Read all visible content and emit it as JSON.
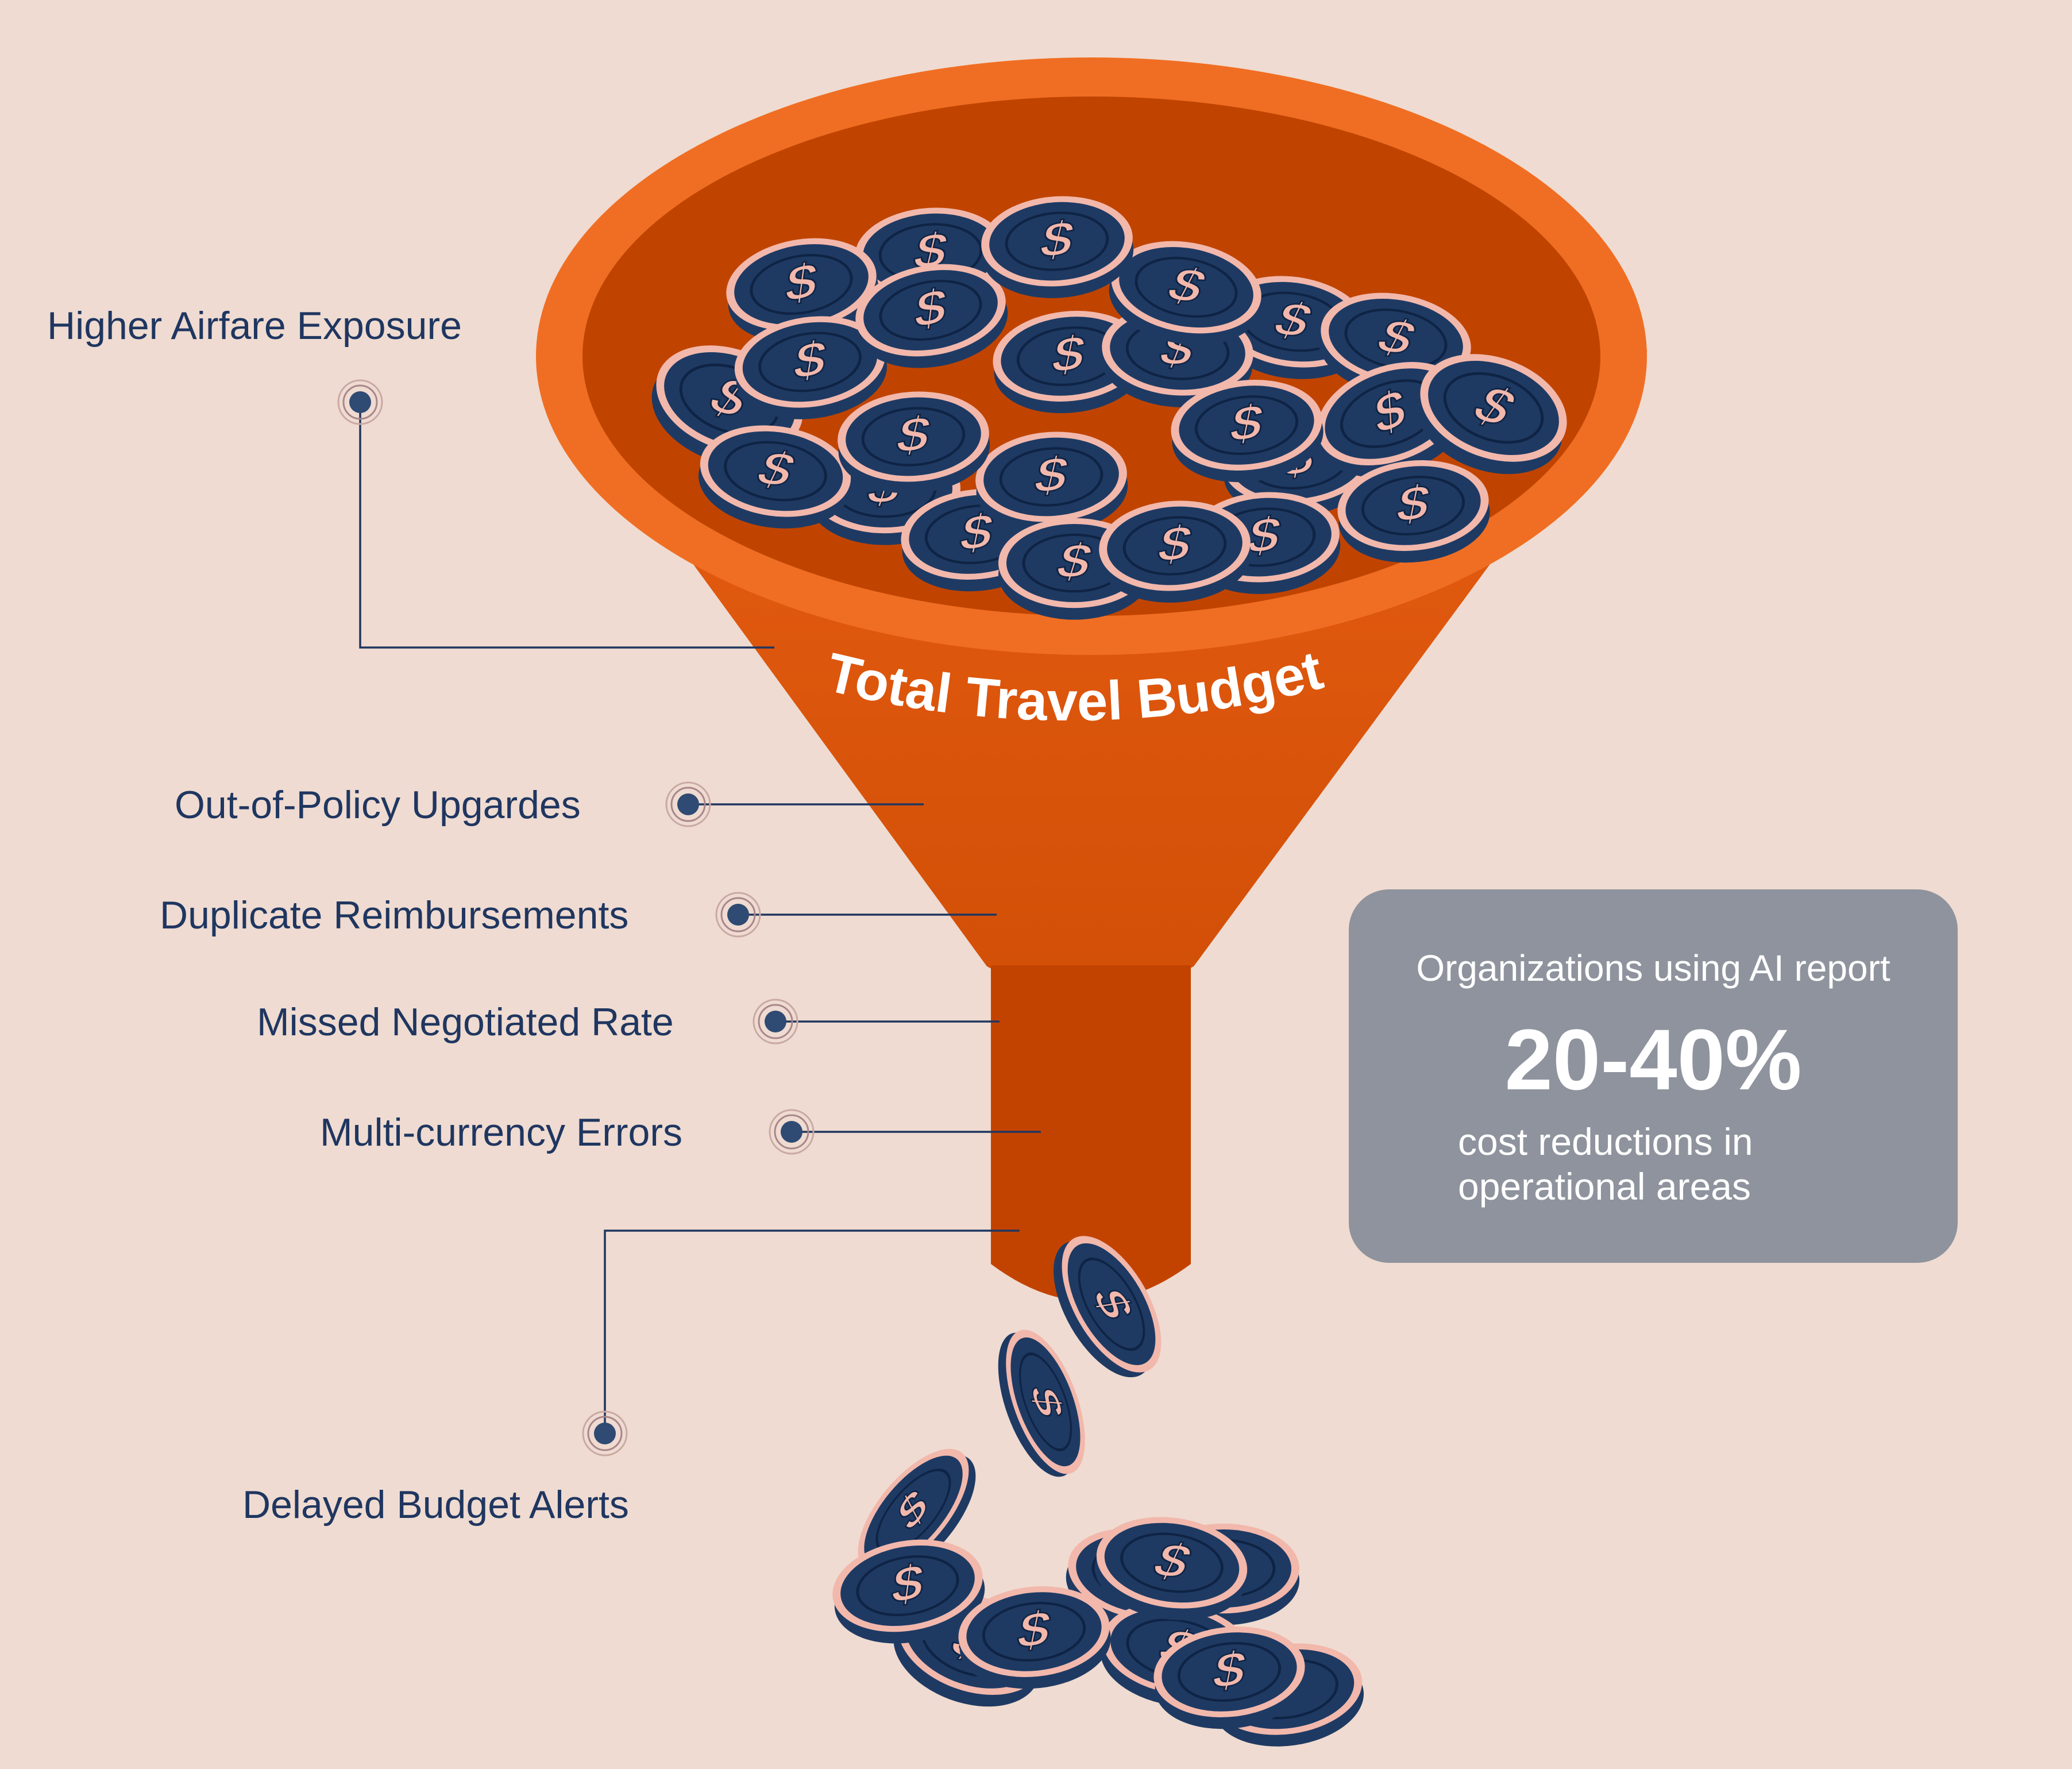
{
  "funnel_label": "Total Travel Budget",
  "cost_leaks": [
    "Higher Airfare Exposure",
    "Out-of-Policy Upgardes",
    "Duplicate Reimbursements",
    "Missed Negotiated Rate",
    "Multi-currency Errors",
    "Delayed Budget Alerts"
  ],
  "stat": {
    "intro": "Organizations using AI report",
    "value": "20-40%",
    "description": "cost reductions in operational areas"
  },
  "coin_symbol": "$",
  "icons": {
    "leak_marker": "target-dot-icon",
    "coin": "dollar-coin-icon"
  },
  "colors": {
    "background": "#efdbd1",
    "funnel_rim": "#f06e23",
    "funnel_inner": "#c04400",
    "funnel_body": "#e0590f",
    "coin_face": "#1e3a63",
    "coin_edge": "#f2b8ac",
    "label_text": "#1f3660",
    "stat_box": "#8e939d"
  }
}
